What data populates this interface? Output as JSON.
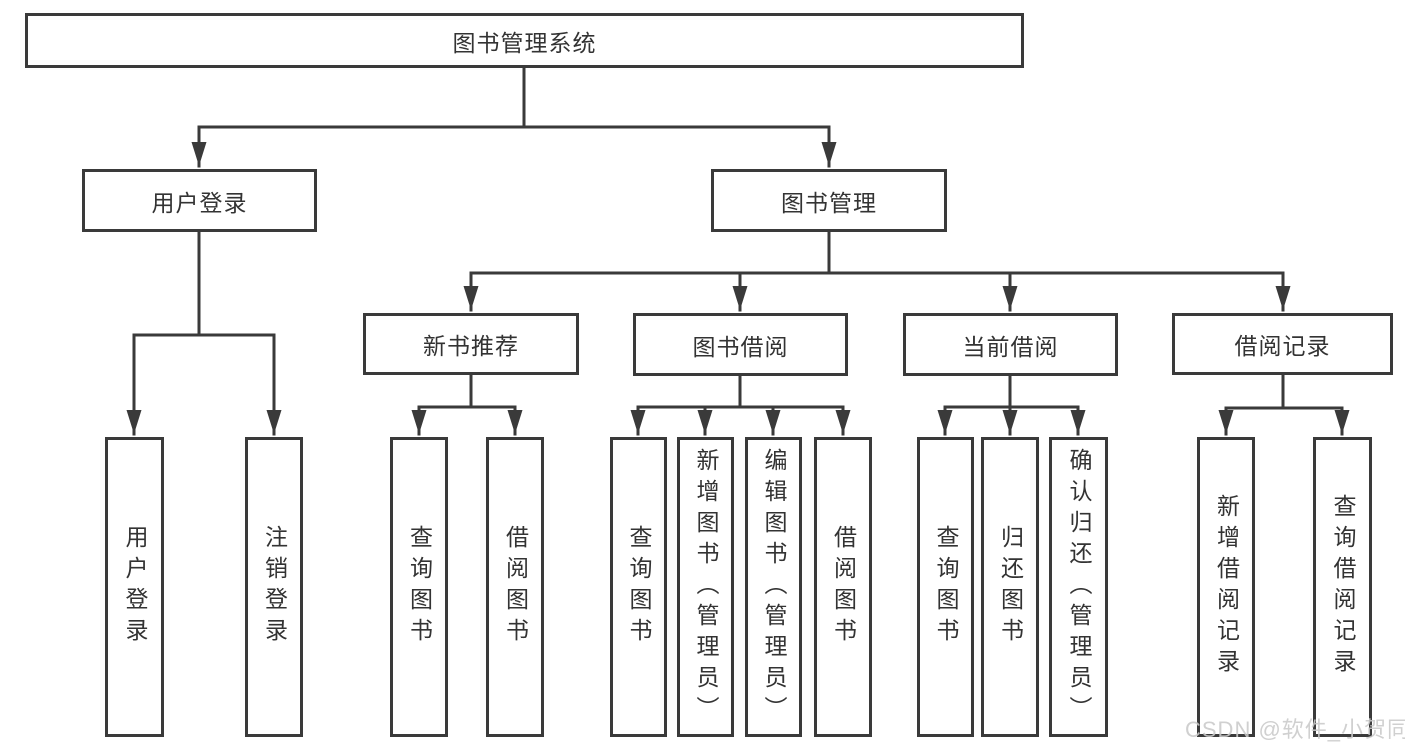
{
  "tree": {
    "root": {
      "label": "图书管理系统"
    },
    "branches": [
      {
        "label": "用户登录",
        "children": [
          {
            "label": "用户登录"
          },
          {
            "label": "注销登录"
          }
        ]
      },
      {
        "label": "图书管理",
        "children": [
          {
            "label": "新书推荐",
            "children": [
              {
                "label": "查询图书"
              },
              {
                "label": "借阅图书"
              }
            ]
          },
          {
            "label": "图书借阅",
            "children": [
              {
                "label": "查询图书"
              },
              {
                "label": "新增图书（管理员）"
              },
              {
                "label": "编辑图书（管理员）"
              },
              {
                "label": "借阅图书"
              }
            ]
          },
          {
            "label": "当前借阅",
            "children": [
              {
                "label": "查询图书"
              },
              {
                "label": "归还图书"
              },
              {
                "label": "确认归还（管理员）"
              }
            ]
          },
          {
            "label": "借阅记录",
            "children": [
              {
                "label": "新增借阅记录"
              },
              {
                "label": "查询借阅记录"
              }
            ]
          }
        ]
      }
    ]
  },
  "watermark": {
    "text": "CSDN @软件_小贺同学"
  },
  "colors": {
    "line": "#3a3a3a",
    "text": "#333333",
    "watermark": "#c9c9c9",
    "background": "#ffffff"
  }
}
